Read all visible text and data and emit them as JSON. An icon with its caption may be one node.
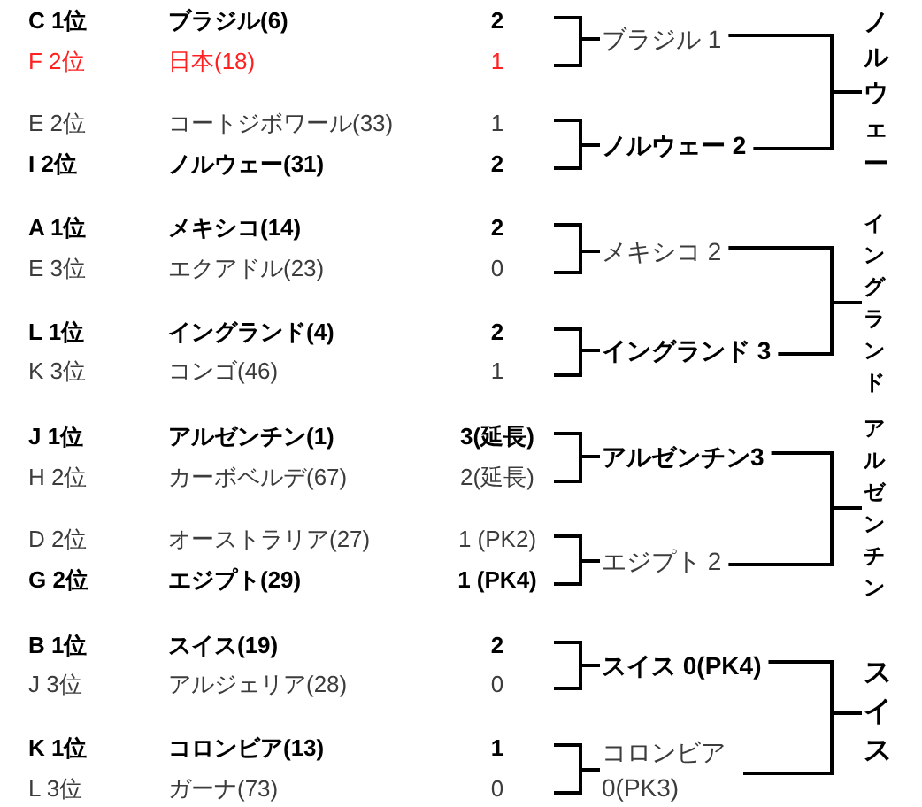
{
  "diagram": {
    "nodes": [
      {
        "text": [
          "C 1位",
          "ブラジル(6)",
          "2"
        ]
      },
      {
        "text": [
          "F 2位",
          "日本(18)",
          "1"
        ]
      },
      {
        "text": [
          "E 2位",
          "コートジボワール(33)",
          "1"
        ]
      },
      {
        "text": [
          "I 2位",
          "ノルウェー(31)",
          "2"
        ]
      },
      {
        "text": [
          "A 1位",
          "メキシコ(14)",
          "2"
        ]
      },
      {
        "text": [
          "E 3位",
          "エクアドル(23)",
          "0"
        ]
      },
      {
        "text": [
          "L 1位",
          "イングランド(4)",
          "2"
        ]
      },
      {
        "text": [
          "K 3位",
          "コンゴ(46)",
          "1"
        ]
      },
      {
        "text": [
          "J 1位",
          "アルゼンチン(1)",
          "3(延長)"
        ]
      },
      {
        "text": [
          "H 2位",
          "カーボベルデ(67)",
          "2(延長)"
        ]
      },
      {
        "text": [
          "D 2位",
          "オーストラリア(27)",
          "1 (PK2)"
        ]
      },
      {
        "text": [
          "G 2位",
          "エジプト(29)",
          "1 (PK4)"
        ]
      },
      {
        "text": [
          "B 1位",
          "スイス(19)",
          "2"
        ]
      },
      {
        "text": [
          "J 3位",
          "アルジェリア(28)",
          "0"
        ]
      },
      {
        "text": [
          "K 1位",
          "コロンビア(13)",
          "1"
        ]
      },
      {
        "text": [
          "L 3位",
          "ガーナ(73)",
          "0"
        ]
      },
      {
        "text": [
          "ブラジル 1"
        ]
      },
      {
        "text": [
          "ノルウェー 2"
        ]
      },
      {
        "text": [
          "メキシコ 2"
        ]
      },
      {
        "text": [
          "イングランド 3"
        ]
      },
      {
        "text": [
          "アルゼンチン3"
        ]
      },
      {
        "text": [
          "エジプト 2"
        ]
      },
      {
        "text": [
          "スイス 0(PK4)"
        ]
      },
      {
        "text": [
          "コロンビア 0(PK3)"
        ]
      },
      {
        "text": [
          "ノルウェー"
        ]
      },
      {
        "text": [
          "イングランド"
        ]
      },
      {
        "text": [
          "アルゼンチン"
        ]
      },
      {
        "text": [
          "スイス"
        ]
      }
    ],
    "edges": [
      {
        "from": 0,
        "to": 16,
        "arrow": "none"
      },
      {
        "from": 1,
        "to": 16,
        "arrow": "none"
      },
      {
        "from": 2,
        "to": 17,
        "arrow": "none"
      },
      {
        "from": 3,
        "to": 17,
        "arrow": "none"
      },
      {
        "from": 4,
        "to": 18,
        "arrow": "none"
      },
      {
        "from": 5,
        "to": 18,
        "arrow": "none"
      },
      {
        "from": 6,
        "to": 19,
        "arrow": "none"
      },
      {
        "from": 7,
        "to": 19,
        "arrow": "none"
      },
      {
        "from": 8,
        "to": 20,
        "arrow": "none"
      },
      {
        "from": 9,
        "to": 20,
        "arrow": "none"
      },
      {
        "from": 10,
        "to": 21,
        "arrow": "none"
      },
      {
        "from": 11,
        "to": 21,
        "arrow": "none"
      },
      {
        "from": 12,
        "to": 22,
        "arrow": "none"
      },
      {
        "from": 13,
        "to": 22,
        "arrow": "none"
      },
      {
        "from": 14,
        "to": 23,
        "arrow": "none"
      },
      {
        "from": 15,
        "to": 23,
        "arrow": "none"
      },
      {
        "from": 16,
        "to": 24,
        "arrow": "none"
      },
      {
        "from": 17,
        "to": 24,
        "arrow": "none"
      },
      {
        "from": 18,
        "to": 25,
        "arrow": "none"
      },
      {
        "from": 19,
        "to": 25,
        "arrow": "none"
      },
      {
        "from": 20,
        "to": 26,
        "arrow": "none"
      },
      {
        "from": 21,
        "to": 26,
        "arrow": "none"
      },
      {
        "from": 22,
        "to": 27,
        "arrow": "none"
      },
      {
        "from": 23,
        "to": 27,
        "arrow": "none"
      }
    ]
  }
}
